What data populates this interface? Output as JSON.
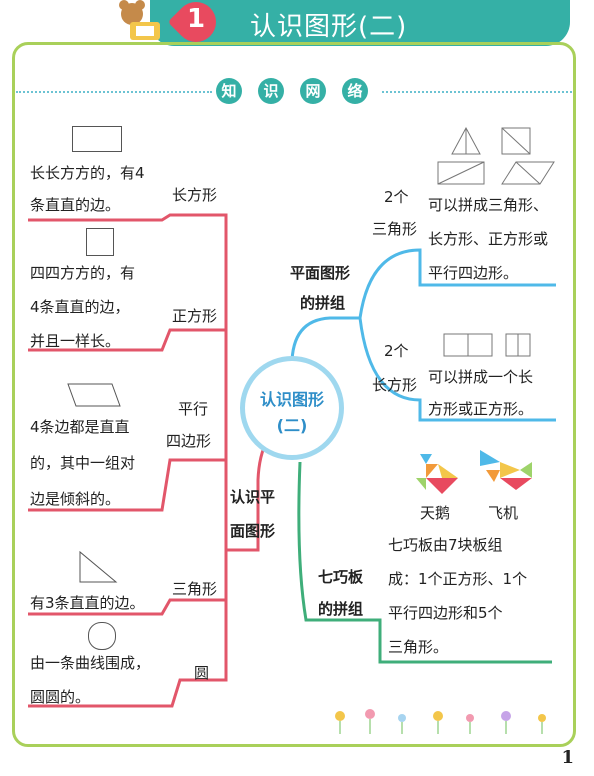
{
  "header": {
    "lesson_number": "1",
    "title": "认识图形(二)"
  },
  "section": {
    "chars": [
      "知",
      "识",
      "网",
      "络"
    ]
  },
  "center": {
    "line1": "认识图形",
    "line2": "(二)"
  },
  "left": {
    "branch_l1": "认识平",
    "branch_l2": "面图形",
    "rect": {
      "label": "长方形",
      "desc1": "长长方方的，有4",
      "desc2": "条直直的边。"
    },
    "square": {
      "label": "正方形",
      "desc1": "四四方方的，有",
      "desc2": "4条直直的边，",
      "desc3": "并且一样长。"
    },
    "parallelogram": {
      "label1": "平行",
      "label2": "四边形",
      "desc1": "4条边都是直直",
      "desc2": "的，其中一组对",
      "desc3": "边是倾斜的。"
    },
    "triangle": {
      "label": "三角形",
      "desc1": "有3条直直的边。"
    },
    "circle": {
      "label": "圆",
      "desc1": "由一条曲线围成，",
      "desc2": "圆圆的。"
    }
  },
  "right": {
    "plane": {
      "label1": "平面图形",
      "label2": "的拼组",
      "tri": {
        "l1": "2个",
        "l2": "三角形",
        "d1": "可以拼成三角形、",
        "d2": "长方形、正方形或",
        "d3": "平行四边形。"
      },
      "rect": {
        "l1": "2个",
        "l2": "长方形",
        "d1": "可以拼成一个长",
        "d2": "方形或正方形。"
      }
    },
    "tangram": {
      "label1": "七巧板",
      "label2": "的拼组",
      "pic1": "天鹅",
      "pic2": "飞机",
      "d1": "七巧板由7块板组",
      "d2": "成：1个正方形、1个",
      "d3": "平行四边形和5个",
      "d4": "三角形。"
    }
  },
  "footer": {
    "page": "1"
  },
  "colors": {
    "banner": "#35b0a6",
    "frame": "#a9d05a",
    "red": "#e2566a",
    "blue": "#4fb9e8",
    "green": "#3fae7a"
  }
}
